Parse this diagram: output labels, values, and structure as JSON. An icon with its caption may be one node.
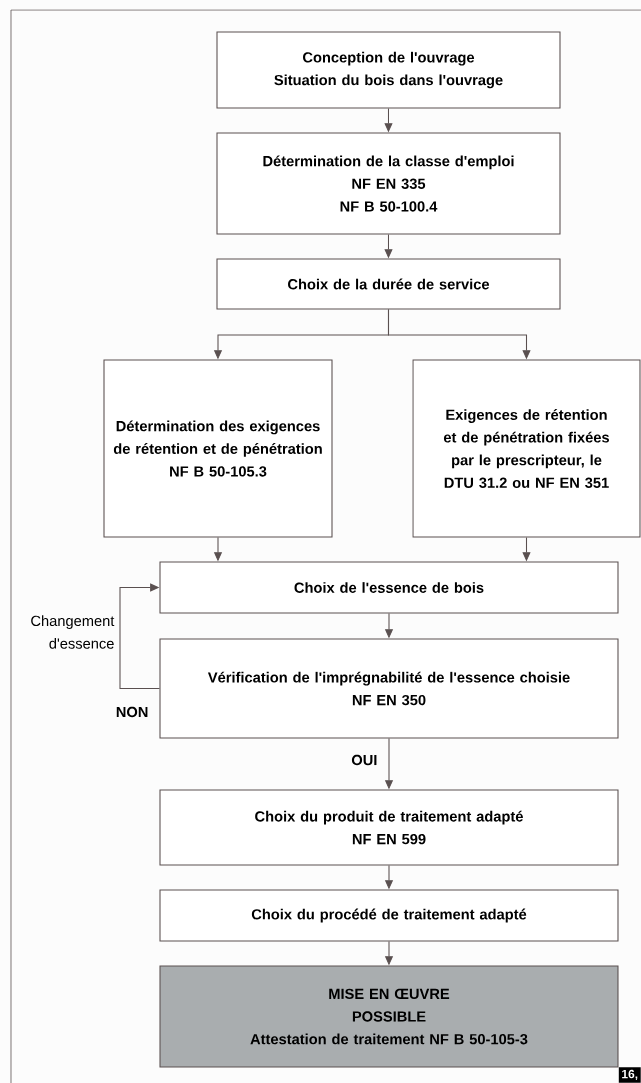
{
  "diagram": {
    "nodes": [
      {
        "text": [
          "Conception de l'ouvrage",
          "Situation du bois dans l'ouvrage"
        ]
      },
      {
        "text": [
          "Détermination de la classe d'emploi",
          "NF EN 335",
          "NF B 50-100.4"
        ]
      },
      {
        "text": [
          "Choix de la durée de service"
        ]
      },
      {
        "text": [
          "Détermination des exigences de rétention et de pénétration",
          "NF B 50-105.3"
        ]
      },
      {
        "text": [
          "Exigences de rétention et de pénétration fixées par le prescripteur, le DTU 31.2 ou NF EN 351"
        ]
      },
      {
        "text": [
          "Choix de l'essence de bois"
        ]
      },
      {
        "text": [
          "Vérification de l'imprégnabilité de l'essence choisie",
          "NF EN 350"
        ]
      },
      {
        "text": [
          "Choix du produit de traitement adapté",
          "NF EN 599"
        ]
      },
      {
        "text": [
          "Choix du procédé de traitement adapté"
        ]
      },
      {
        "text": [
          "MISE EN ŒUVRE",
          "POSSIBLE",
          "Attestation de traitement NF B 50-105-3"
        ]
      }
    ],
    "edges": [
      {
        "from": 0,
        "to": 1,
        "arrow": "to"
      },
      {
        "from": 1,
        "to": 2,
        "arrow": "to"
      },
      {
        "from": 2,
        "to": 3,
        "arrow": "to"
      },
      {
        "from": 2,
        "to": 4,
        "arrow": "to"
      },
      {
        "from": 3,
        "to": 5,
        "arrow": "to"
      },
      {
        "from": 4,
        "to": 5,
        "arrow": "to"
      },
      {
        "from": 5,
        "to": 6,
        "arrow": "to"
      },
      {
        "from": 6,
        "to": 5,
        "arrow": "to",
        "label": "Changement d'essence"
      },
      {
        "from": 6,
        "to": 7,
        "arrow": "to",
        "label": "OUI"
      },
      {
        "from": 7,
        "to": 8,
        "arrow": "to"
      },
      {
        "from": 8,
        "to": 9,
        "arrow": "to"
      }
    ],
    "labels": [
      "NON",
      "16,"
    ]
  }
}
